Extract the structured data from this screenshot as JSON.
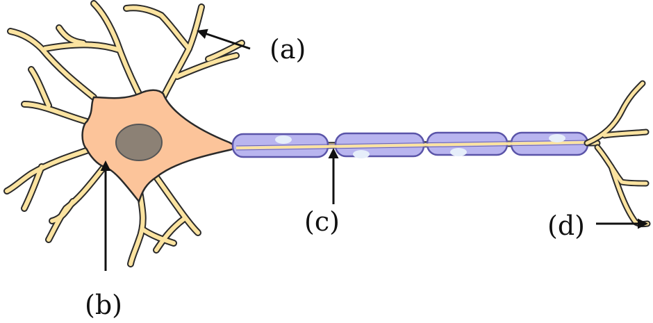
{
  "labels": {
    "a": "(a)",
    "b": "(b)",
    "c": "(c)",
    "d": "(d)"
  },
  "colors": {
    "soma_fill": "#fcc49a",
    "dendrite_fill": "#fbe3a0",
    "dendrite_stroke": "#2a2a2a",
    "nucleus": "#8c8175",
    "myelin_fill": "#b9b5ef",
    "myelin_stroke": "#5a54a8",
    "axon": "#fbe3a0",
    "arrow": "#111111"
  }
}
